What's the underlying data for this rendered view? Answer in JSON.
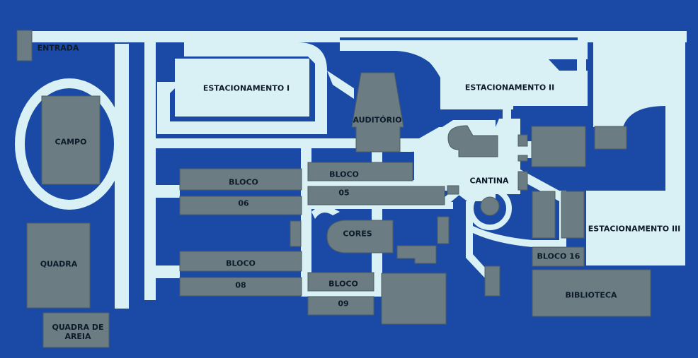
{
  "map": {
    "labels": {
      "entrada": "ENTRADA",
      "estacionamento_1": "ESTACIONAMENTO I",
      "estacionamento_2": "ESTACIONAMENTO II",
      "estacionamento_3": "ESTACIONAMENTO III",
      "auditorio": "AUDITÓRIO",
      "campo": "CAMPO",
      "bloco_06_top": "BLOCO",
      "bloco_06_num": "06",
      "bloco_05_top": "BLOCO",
      "bloco_05_num": "05",
      "cantina": "CANTINA",
      "cores": "CORES",
      "quadra": "QUADRA",
      "bloco_08_top": "BLOCO",
      "bloco_08_num": "08",
      "bloco_09_top": "BLOCO",
      "bloco_09_num": "09",
      "bloco_16": "BLOCO 16",
      "biblioteca": "BIBLIOTECA",
      "quadra_areia": "QUADRA DE AREIA"
    },
    "colors": {
      "background": "#1a4aa6",
      "path": "#d9f1f4",
      "building": "#6b7c82",
      "text": "#0f1a2a"
    }
  }
}
